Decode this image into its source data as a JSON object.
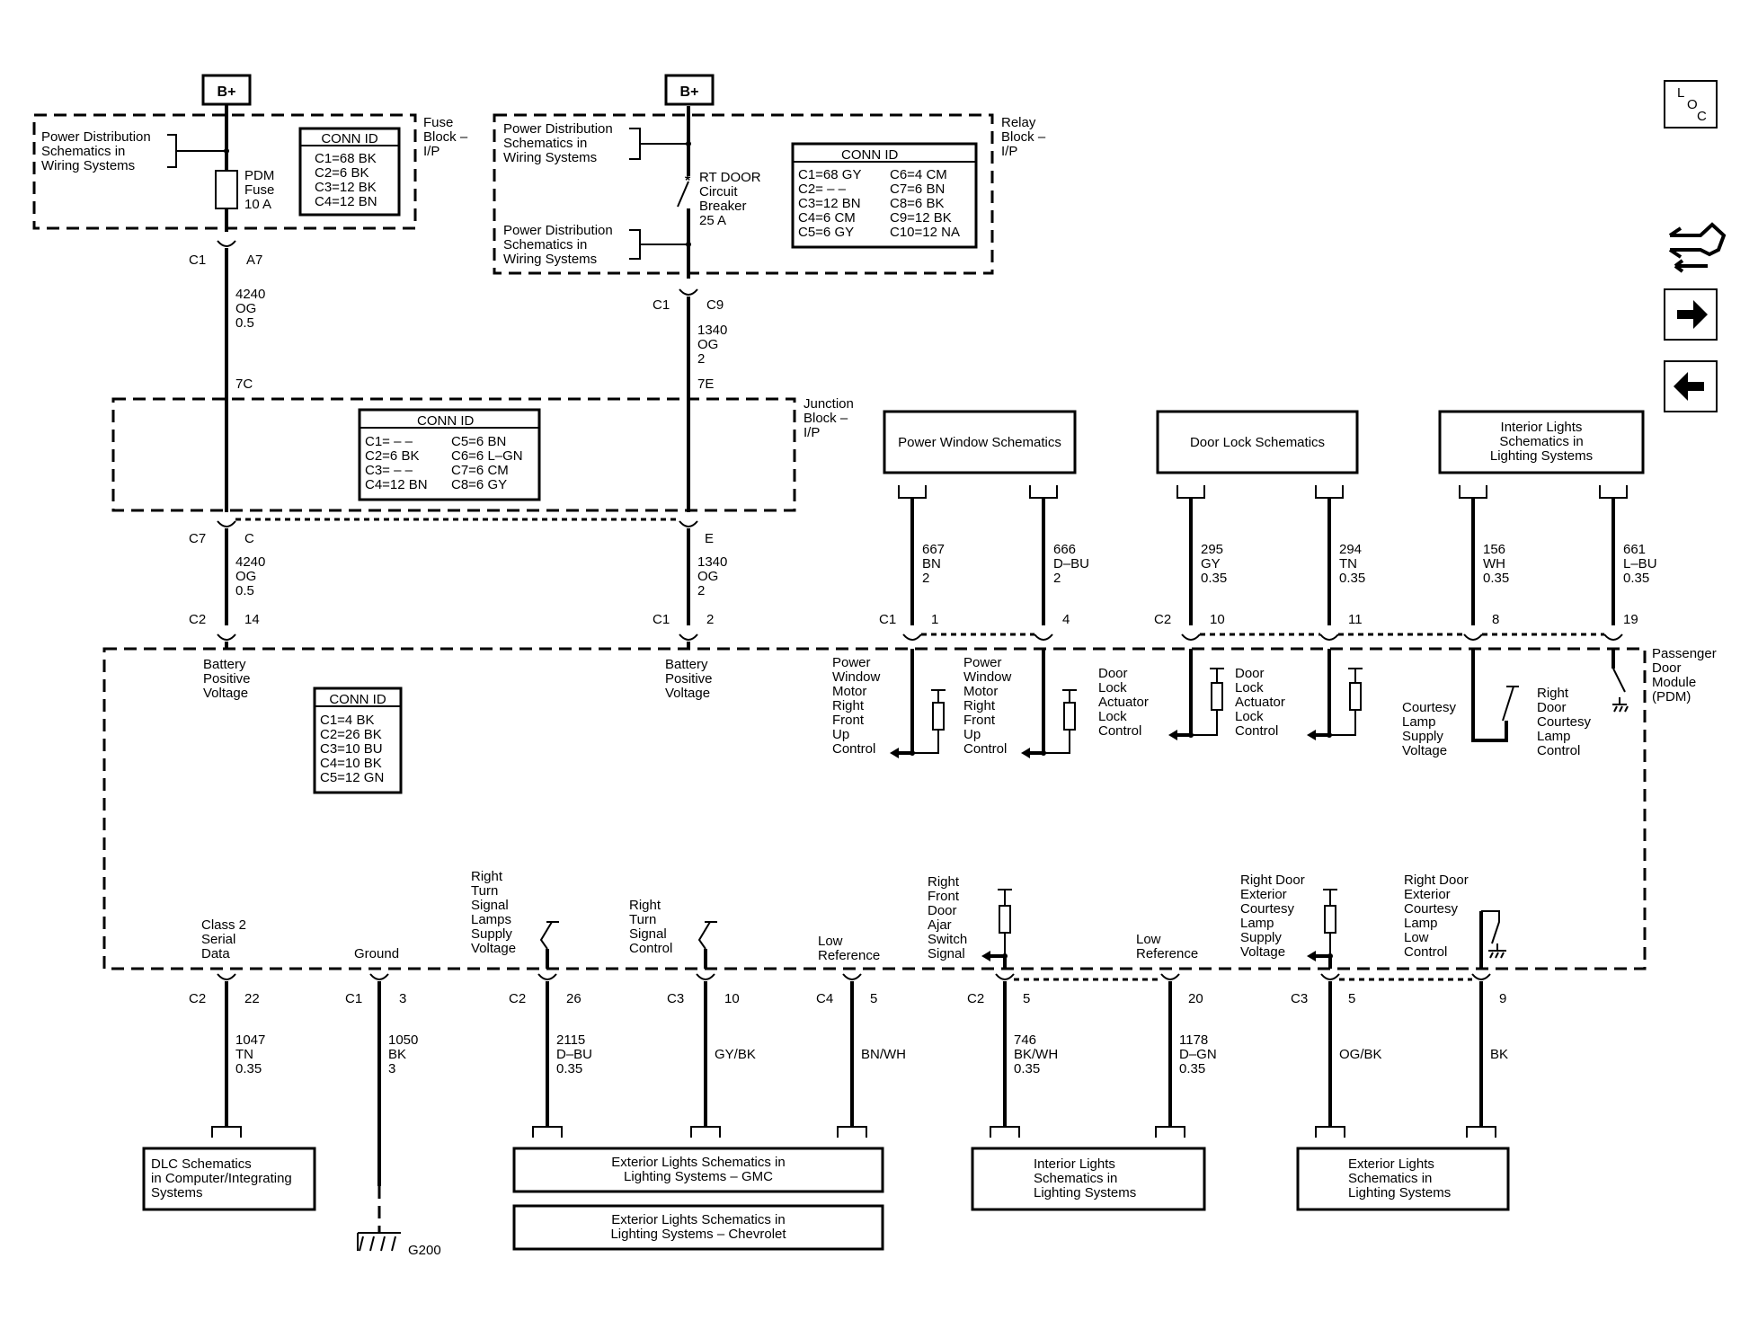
{
  "battery_labels": [
    "B+",
    "B+"
  ],
  "loc_icon": {
    "letters": [
      "L",
      "O",
      "C"
    ]
  },
  "nav_icons": [
    "schematic-link-icon",
    "next-arrow-icon",
    "previous-arrow-icon"
  ],
  "fuse_block": {
    "label": [
      "Fuse",
      "Block –",
      "I/P"
    ],
    "pds": [
      "Power Distribution",
      "Schematics in",
      "Wiring Systems"
    ],
    "fuse": [
      "PDM",
      "Fuse",
      "10 A"
    ],
    "conn_title": "CONN ID",
    "conn": [
      "C1=68 BK",
      "C2=6 BK",
      "C3=12 BK",
      "C4=12 BN"
    ]
  },
  "relay_block": {
    "label": [
      "Relay",
      "Block –",
      "I/P"
    ],
    "pds_top": [
      "Power Distribution",
      "Schematics in",
      "Wiring Systems"
    ],
    "pds_bottom": [
      "Power Distribution",
      "Schematics in",
      "Wiring Systems"
    ],
    "breaker": [
      "RT DOOR",
      "Circuit",
      "Breaker",
      "25 A"
    ],
    "conn_title": "CONN ID",
    "conn_left": [
      "C1=68 GY",
      "C2= – –",
      "C3=12 BN",
      "C4=6 CM",
      "C5=6 GY"
    ],
    "conn_right": [
      "C6=4 CM",
      "C7=6 BN",
      "C8=6 BK",
      "C9=12 BK",
      "C10=12 NA"
    ]
  },
  "junction_block": {
    "label": [
      "Junction",
      "Block –",
      "I/P"
    ],
    "conn_title": "CONN ID",
    "conn_left": [
      "C1= – –",
      "C2=6 BK",
      "C3= – –",
      "C4=12 BN"
    ],
    "conn_right": [
      "C5=6 BN",
      "C6=6 L–GN",
      "C7=6 CM",
      "C8=6 GY"
    ]
  },
  "left_circuit": {
    "top_conn": "C1",
    "top_pin": "A7",
    "wire1": [
      "4240",
      "OG",
      "0.5"
    ],
    "jb_pin": "7C",
    "jb_conn": "C7",
    "jb_pin2": "C",
    "wire2": [
      "4240",
      "OG",
      "0.5"
    ],
    "pdm_conn": "C2",
    "pdm_pin": "14",
    "pdm_label": [
      "Battery",
      "Positive",
      "Voltage"
    ]
  },
  "right_circuit": {
    "top_conn": "C1",
    "top_pin": "C9",
    "wire1": [
      "1340",
      "OG",
      "2"
    ],
    "jb_pin": "7E",
    "jb_pin2": "E",
    "wire2": [
      "1340",
      "OG",
      "2"
    ],
    "pdm_conn": "C1",
    "pdm_pin": "2",
    "pdm_label": [
      "Battery",
      "Positive",
      "Voltage"
    ]
  },
  "pdm": {
    "label": [
      "Passenger",
      "Door",
      "Module",
      "(PDM)"
    ],
    "conn_title": "CONN ID",
    "conn": [
      "C1=4 BK",
      "C2=26 BK",
      "C3=10 BU",
      "C4=10 BK",
      "C5=12 GN"
    ]
  },
  "top_boxes": {
    "power_window": "Power Window Schematics",
    "door_lock": "Door Lock Schematics",
    "interior": [
      "Interior Lights",
      "Schematics in",
      "Lighting Systems"
    ]
  },
  "top_wires": [
    {
      "wire": [
        "667",
        "BN",
        "2"
      ],
      "conn": "C1",
      "pin": "1"
    },
    {
      "wire": [
        "666",
        "D–BU",
        "2"
      ],
      "conn": "",
      "pin": "4"
    },
    {
      "wire": [
        "295",
        "GY",
        "0.35"
      ],
      "conn": "C2",
      "pin": "10"
    },
    {
      "wire": [
        "294",
        "TN",
        "0.35"
      ],
      "conn": "",
      "pin": "11"
    },
    {
      "wire": [
        "156",
        "WH",
        "0.35"
      ],
      "conn": "",
      "pin": "8"
    },
    {
      "wire": [
        "661",
        "L–BU",
        "0.35"
      ],
      "conn": "",
      "pin": "19"
    }
  ],
  "top_internal": {
    "pw1": [
      "Power",
      "Window",
      "Motor",
      "Right",
      "Front",
      "Up",
      "Control"
    ],
    "pw2": [
      "Power",
      "Window",
      "Motor",
      "Right",
      "Front",
      "Up",
      "Control"
    ],
    "dl1": [
      "Door",
      "Lock",
      "Actuator",
      "Lock",
      "Control"
    ],
    "dl2": [
      "Door",
      "Lock",
      "Actuator",
      "Lock",
      "Control"
    ],
    "court": [
      "Courtesy",
      "Lamp",
      "Supply",
      "Voltage"
    ],
    "rdcl": [
      "Right",
      "Door",
      "Courtesy",
      "Lamp",
      "Control"
    ]
  },
  "bottom_internal": {
    "class2": [
      "Class 2",
      "Serial",
      "Data"
    ],
    "ground": [
      "Ground"
    ],
    "rtsl": [
      "Right",
      "Turn",
      "Signal",
      "Lamps",
      "Supply",
      "Voltage"
    ],
    "rtsc": [
      "Right",
      "Turn",
      "Signal",
      "Control"
    ],
    "lowref1": [
      "Low",
      "Reference"
    ],
    "ajar": [
      "Right",
      "Front",
      "Door",
      "Ajar",
      "Switch",
      "Signal"
    ],
    "lowref2": [
      "Low",
      "Reference"
    ],
    "extcourt": [
      "Right Door",
      "Exterior",
      "Courtesy",
      "Lamp",
      "Supply",
      "Voltage"
    ],
    "extlow": [
      "Right Door",
      "Exterior",
      "Courtesy",
      "Lamp",
      "Low",
      "Control"
    ]
  },
  "bottom_wires": [
    {
      "conn": "C2",
      "pin": "22",
      "wire": [
        "1047",
        "TN",
        "0.35"
      ]
    },
    {
      "conn": "C1",
      "pin": "3",
      "wire": [
        "1050",
        "BK",
        "3"
      ]
    },
    {
      "conn": "C2",
      "pin": "26",
      "wire": [
        "2115",
        "D–BU",
        "0.35"
      ]
    },
    {
      "conn": "C3",
      "pin": "10",
      "wire": [
        "GY/BK"
      ]
    },
    {
      "conn": "C4",
      "pin": "5",
      "wire": [
        "BN/WH"
      ]
    },
    {
      "conn": "C2",
      "pin": "5",
      "wire": [
        "746",
        "BK/WH",
        "0.35"
      ]
    },
    {
      "conn": "",
      "pin": "20",
      "wire": [
        "1178",
        "D–GN",
        "0.35"
      ]
    },
    {
      "conn": "C3",
      "pin": "5",
      "wire": [
        "OG/BK"
      ]
    },
    {
      "conn": "",
      "pin": "9",
      "wire": [
        "BK"
      ]
    }
  ],
  "ground_label": "G200",
  "bottom_boxes": {
    "dlc": [
      "DLC Schematics",
      "in Computer/Integrating",
      "Systems"
    ],
    "ext_gmc": [
      "Exterior Lights Schematics in",
      "Lighting Systems – GMC"
    ],
    "ext_chev": [
      "Exterior Lights Schematics in",
      "Lighting Systems – Chevrolet"
    ],
    "interior": [
      "Interior Lights",
      "Schematics in",
      "Lighting Systems"
    ],
    "exterior": [
      "Exterior Lights",
      "Schematics in",
      "Lighting Systems"
    ]
  }
}
